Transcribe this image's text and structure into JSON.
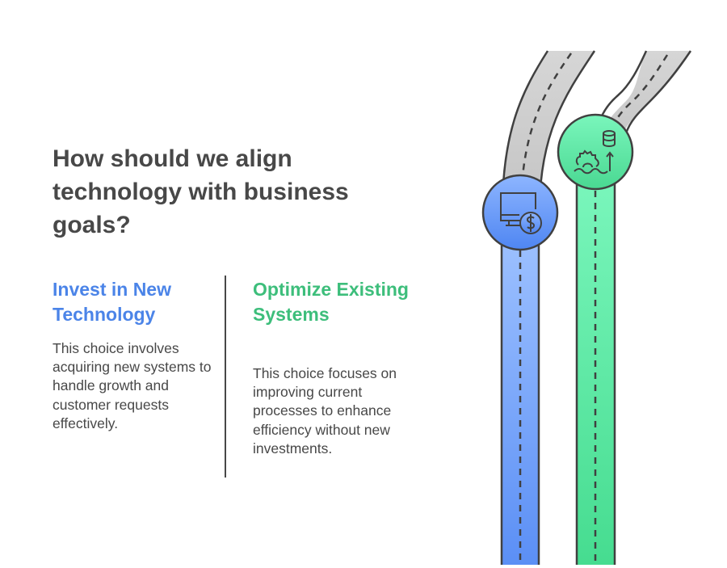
{
  "title": "How should we align technology with business goals?",
  "options": [
    {
      "heading": "Invest in New Technology",
      "body": "This choice involves acquiring new systems to handle growth and customer requests effectively.",
      "color": "#4B84E8",
      "icon": "monitor-dollar-icon",
      "road_color_top": "#9DC1FF",
      "road_color_bottom": "#5B8FF5"
    },
    {
      "heading": "Optimize Existing Systems",
      "body": "This choice focuses on improving current processes to enhance efficiency without new investments.",
      "color": "#3DBE7B",
      "icon": "gear-database-arrow-icon",
      "road_color_top": "#7AF6BC",
      "road_color_bottom": "#46DC90"
    }
  ],
  "colors": {
    "text": "#484848",
    "outline": "#404040",
    "road_gray": "#CDCDCD"
  }
}
